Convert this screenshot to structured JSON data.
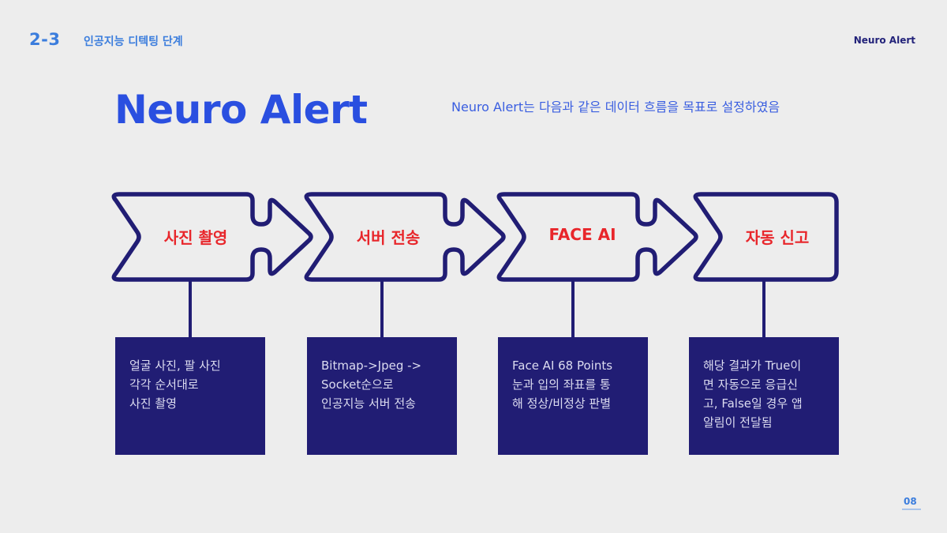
{
  "header": {
    "section_number": "2-3",
    "section_title": "인공지능 디텍팅 단계",
    "brand": "Neuro Alert"
  },
  "title": "Neuro Alert",
  "subtitle": "Neuro Alert는 다음과 같은 데이터 흐름을 목표로 설정하였음",
  "colors": {
    "background": "#ededed",
    "accent_blue": "#2a4fe0",
    "navy": "#211d74",
    "step_label_red": "#e8262b",
    "header_blue": "#3b7ddd"
  },
  "steps": [
    {
      "label": "사진 촬영",
      "description": [
        "얼굴 사진, 팔 사진",
        "각각 순서대로",
        "사진 촬영"
      ]
    },
    {
      "label": "서버 전송",
      "description": [
        "Bitmap->Jpeg ->",
        "Socket순으로",
        "인공지능 서버 전송"
      ]
    },
    {
      "label": "FACE AI",
      "description": [
        "Face AI 68 Points",
        "눈과 입의 좌표를 통",
        "해 정상/비정상 판별"
      ]
    },
    {
      "label": "자동 신고",
      "description": [
        "해당 결과가 True이",
        "면 자동으로 응급신",
        "고, False일 경우 앱",
        "알림이 전달됨"
      ]
    }
  ],
  "footer": {
    "page_number": "08"
  }
}
